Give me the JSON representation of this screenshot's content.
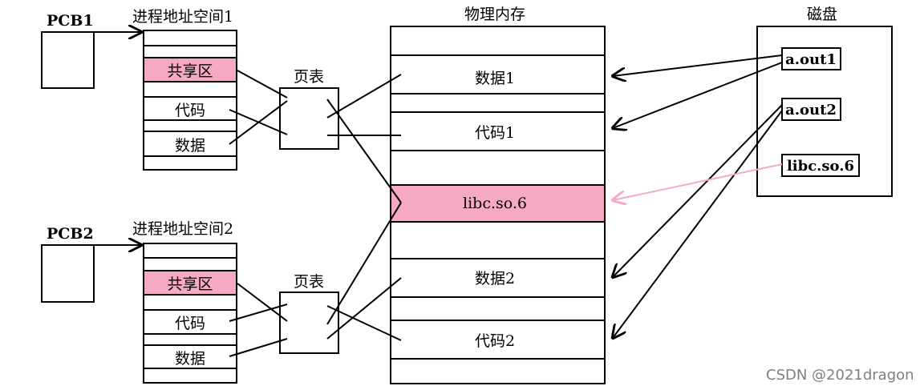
{
  "pcb1": {
    "label": "PCB1"
  },
  "pcb2": {
    "label": "PCB2"
  },
  "addr_space1": {
    "title": "进程地址空间1",
    "shared": "共享区",
    "code": "代码",
    "data": "数据"
  },
  "addr_space2": {
    "title": "进程地址空间2",
    "shared": "共享区",
    "code": "代码",
    "data": "数据"
  },
  "page_table1": {
    "title": "页表"
  },
  "page_table2": {
    "title": "页表"
  },
  "physical_memory": {
    "title": "物理内存",
    "data1": "数据1",
    "code1": "代码1",
    "libc": "libc.so.6",
    "data2": "数据2",
    "code2": "代码2"
  },
  "disk": {
    "title": "磁盘",
    "aout1": "a.out1",
    "aout2": "a.out2",
    "libc": "libc.so.6"
  },
  "watermark": "CSDN @2021dragon",
  "colors": {
    "shared_fill": "#f5a9c4",
    "libc_arrow": "#f5a9c4",
    "stroke": "#000000"
  }
}
